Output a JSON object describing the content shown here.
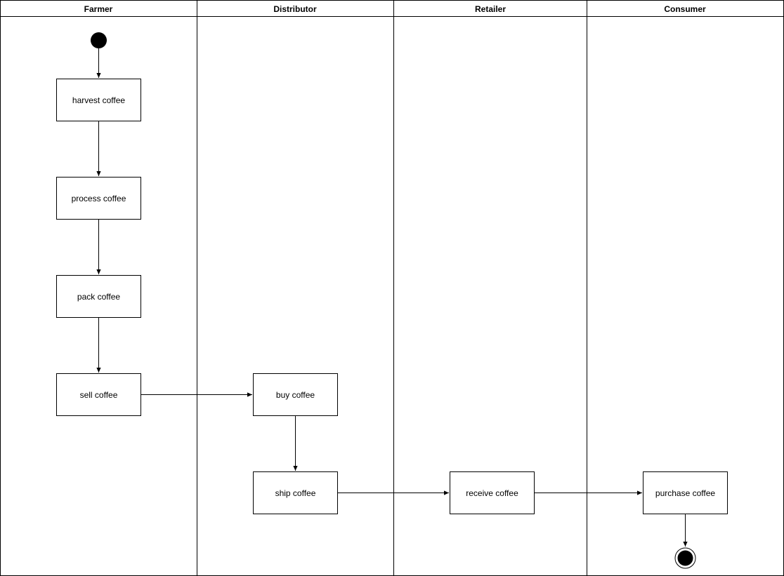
{
  "diagram": {
    "type": "uml-activity-swimlane",
    "lanes": [
      {
        "id": "farmer",
        "title": "Farmer"
      },
      {
        "id": "distributor",
        "title": "Distributor"
      },
      {
        "id": "retailer",
        "title": "Retailer"
      },
      {
        "id": "consumer",
        "title": "Consumer"
      }
    ],
    "nodes": [
      {
        "id": "start",
        "kind": "initial",
        "lane": "farmer"
      },
      {
        "id": "harvest",
        "kind": "action",
        "lane": "farmer",
        "label": "harvest coffee"
      },
      {
        "id": "process",
        "kind": "action",
        "lane": "farmer",
        "label": "process coffee"
      },
      {
        "id": "pack",
        "kind": "action",
        "lane": "farmer",
        "label": "pack coffee"
      },
      {
        "id": "sell",
        "kind": "action",
        "lane": "farmer",
        "label": "sell coffee"
      },
      {
        "id": "buy",
        "kind": "action",
        "lane": "distributor",
        "label": "buy coffee"
      },
      {
        "id": "ship",
        "kind": "action",
        "lane": "distributor",
        "label": "ship coffee"
      },
      {
        "id": "receive",
        "kind": "action",
        "lane": "retailer",
        "label": "receive coffee"
      },
      {
        "id": "purchase",
        "kind": "action",
        "lane": "consumer",
        "label": "purchase coffee"
      },
      {
        "id": "end",
        "kind": "final",
        "lane": "consumer"
      }
    ],
    "edges": [
      {
        "from": "start",
        "to": "harvest"
      },
      {
        "from": "harvest",
        "to": "process"
      },
      {
        "from": "process",
        "to": "pack"
      },
      {
        "from": "pack",
        "to": "sell"
      },
      {
        "from": "sell",
        "to": "buy"
      },
      {
        "from": "buy",
        "to": "ship"
      },
      {
        "from": "ship",
        "to": "receive"
      },
      {
        "from": "receive",
        "to": "purchase"
      },
      {
        "from": "purchase",
        "to": "end"
      }
    ]
  }
}
